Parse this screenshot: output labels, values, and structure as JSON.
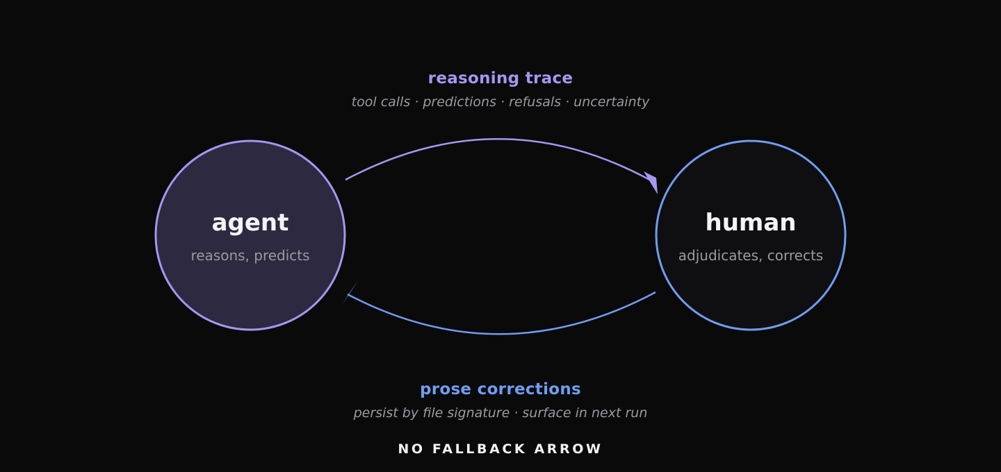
{
  "colors": {
    "background": "#0a0a0b",
    "agent_accent": "#a896f0",
    "agent_fill": "#2d2940",
    "human_accent": "#6f9ef0",
    "human_fill": "#0f0f12",
    "muted_text": "#9a9aa2",
    "primary_text": "#f4f4f6"
  },
  "nodes": {
    "agent": {
      "title": "agent",
      "subtitle": "reasons, predicts"
    },
    "human": {
      "title": "human",
      "subtitle": "adjudicates, corrects"
    }
  },
  "edges": {
    "forward": {
      "from": "agent",
      "to": "human",
      "title": "reasoning trace",
      "subtitle": "tool calls · predictions · refusals · uncertainty"
    },
    "backward": {
      "from": "human",
      "to": "agent",
      "title": "prose corrections",
      "subtitle": "persist by file signature · surface in next run"
    }
  },
  "footer": {
    "note": "NO FALLBACK ARROW"
  }
}
